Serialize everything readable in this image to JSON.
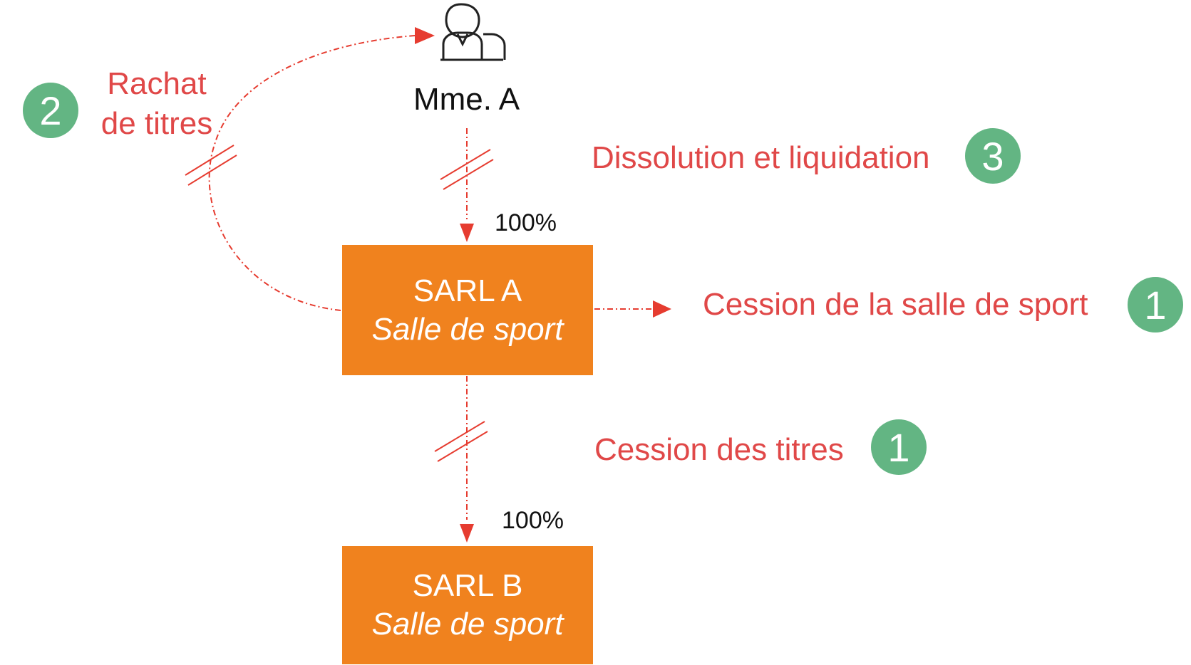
{
  "person": {
    "name": "Mme. A",
    "icon": "person-icon"
  },
  "companies": [
    {
      "name": "SARL A",
      "activity": "Salle de sport"
    },
    {
      "name": "SARL B",
      "activity": "Salle de sport"
    }
  ],
  "ownership": [
    "100%",
    "100%"
  ],
  "steps": {
    "rachat": {
      "line1": "Rachat",
      "line2": "de titres",
      "number": "2"
    },
    "dissolution": {
      "label": "Dissolution et liquidation",
      "number": "3"
    },
    "cession_salle": {
      "label": "Cession de la salle de sport",
      "number": "1"
    },
    "cession_titres": {
      "label": "Cession des titres",
      "number": "1"
    }
  },
  "colors": {
    "box": "#F0821E",
    "arrow": "#E63C30",
    "label": "#E04848",
    "badge": "#63B583"
  }
}
